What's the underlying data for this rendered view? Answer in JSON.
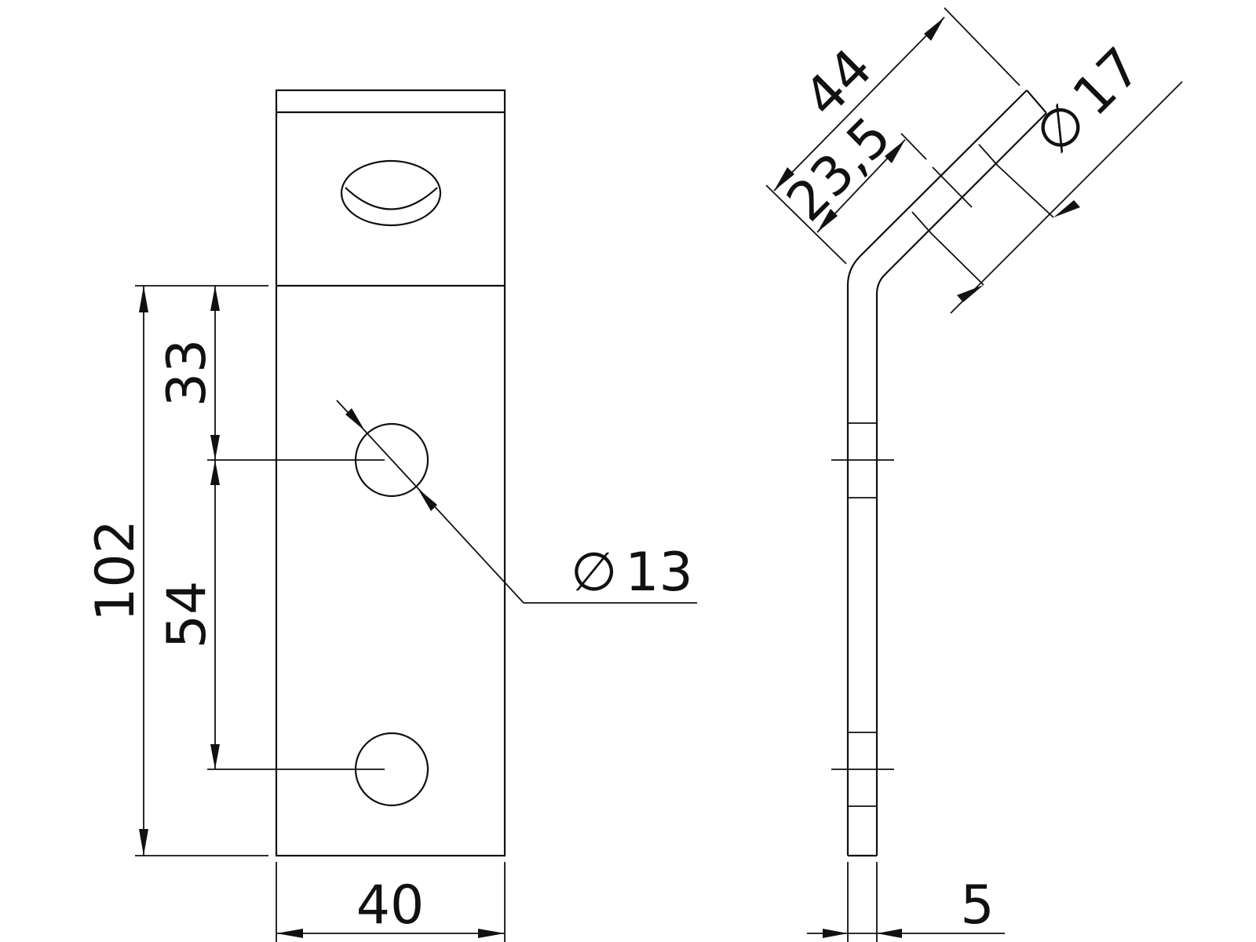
{
  "drawing": {
    "line_color": "#111111",
    "background": "#ffffff",
    "dimensions": {
      "overall_height": "102",
      "upper_offset": "33",
      "hole_spacing": "54",
      "width": "40",
      "hole_diameter": "13",
      "leg_length": "44",
      "slot_offset": "23,5",
      "slot_diameter": "17",
      "thickness": "5"
    },
    "diameter_symbol": "∅"
  }
}
